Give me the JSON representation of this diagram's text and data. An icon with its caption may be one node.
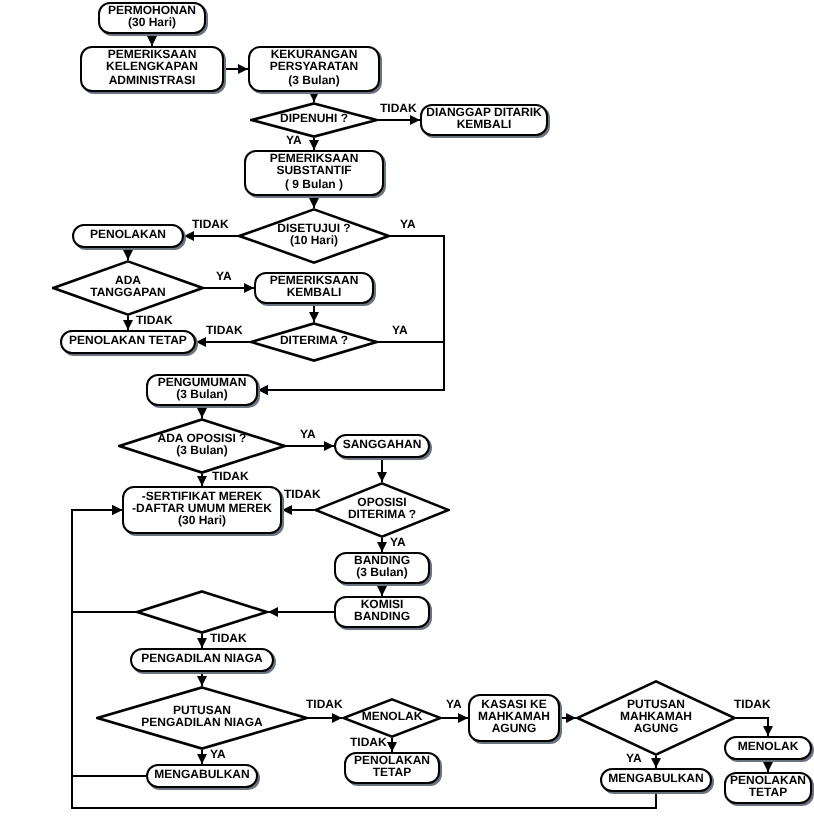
{
  "diagram": {
    "nodes": [
      {
        "text": [
          "PERMOHONAN",
          "(30 Hari)"
        ]
      },
      {
        "text": [
          "PEMERIKSAAN KELENGKAPAN ADMINISTRASI"
        ]
      },
      {
        "text": [
          "KEKURANGAN PERSYARATAN",
          "(3 Bulan)"
        ]
      },
      {
        "text": [
          "DIPENUHI ?"
        ]
      },
      {
        "text": [
          "DIANGGAP DITARIK KEMBALI"
        ]
      },
      {
        "text": [
          "PEMERIKSAAN SUBSTANTIF",
          "( 9 Bulan )"
        ]
      },
      {
        "text": [
          "DISETUJUI ?",
          "(10 Hari)"
        ]
      },
      {
        "text": [
          "PENOLAKAN"
        ]
      },
      {
        "text": [
          "ADA TANGGAPAN"
        ]
      },
      {
        "text": [
          "PEMERIKSAAN KEMBALI"
        ]
      },
      {
        "text": [
          "PENOLAKAN TETAP"
        ]
      },
      {
        "text": [
          "DITERIMA ?"
        ]
      },
      {
        "text": [
          "PENGUMUMAN",
          "(3 Bulan)"
        ]
      },
      {
        "text": [
          "ADA OPOSISI ?",
          "(3 Bulan)"
        ]
      },
      {
        "text": [
          "SANGGAHAN"
        ]
      },
      {
        "text": [
          "OPOSISI DITERIMA ?"
        ]
      },
      {
        "text": [
          "-SERTIFIKAT MEREK",
          "-DAFTAR UMUM MEREK",
          "(30 Hari)"
        ]
      },
      {
        "text": [
          "BANDING",
          "(3 Bulan)"
        ]
      },
      {
        "text": [
          "KOMISI BANDING"
        ]
      },
      {
        "text": [],
        "shape": "diamond"
      },
      {
        "text": [
          "PENGADILAN NIAGA"
        ]
      },
      {
        "text": [
          "PUTUSAN PENGADILAN NIAGA"
        ]
      },
      {
        "text": [
          "MENOLAK"
        ]
      },
      {
        "text": [
          "PENOLAKAN TETAP"
        ]
      },
      {
        "text": [
          "KASASI KE MAHKAMAH AGUNG"
        ]
      },
      {
        "text": [
          "PUTUSAN MAHKAMAH AGUNG"
        ]
      },
      {
        "text": [
          "MENGABULKAN"
        ]
      },
      {
        "text": [
          "MENGABULKAN"
        ]
      },
      {
        "text": [
          "MENOLAK"
        ]
      },
      {
        "text": [
          "PENOLAKAN TETAP"
        ]
      }
    ],
    "edges": [
      {
        "from": 0,
        "to": 1,
        "arrow": "to"
      },
      {
        "from": 1,
        "to": 2,
        "arrow": "to"
      },
      {
        "from": 2,
        "to": 3,
        "arrow": "to"
      },
      {
        "from": 3,
        "to": 4,
        "arrow": "to",
        "label": "TIDAK"
      },
      {
        "from": 3,
        "to": 5,
        "arrow": "to",
        "label": "YA"
      },
      {
        "from": 5,
        "to": 6,
        "arrow": "to"
      },
      {
        "from": 6,
        "to": 7,
        "arrow": "to",
        "label": "TIDAK"
      },
      {
        "from": 6,
        "to": 12,
        "arrow": "to",
        "label": "YA"
      },
      {
        "from": 7,
        "to": 8,
        "arrow": "to"
      },
      {
        "from": 8,
        "to": 9,
        "arrow": "to",
        "label": "YA"
      },
      {
        "from": 8,
        "to": 10,
        "arrow": "to",
        "label": "TIDAK"
      },
      {
        "from": 9,
        "to": 11,
        "arrow": "to"
      },
      {
        "from": 11,
        "to": 10,
        "arrow": "to",
        "label": "TIDAK"
      },
      {
        "from": 11,
        "to": 12,
        "arrow": "to",
        "label": "YA"
      },
      {
        "from": 12,
        "to": 13,
        "arrow": "to"
      },
      {
        "from": 13,
        "to": 14,
        "arrow": "to",
        "label": "YA"
      },
      {
        "from": 13,
        "to": 16,
        "arrow": "to",
        "label": "TIDAK"
      },
      {
        "from": 14,
        "to": 15,
        "arrow": "to"
      },
      {
        "from": 15,
        "to": 16,
        "arrow": "to",
        "label": "TIDAK"
      },
      {
        "from": 15,
        "to": 17,
        "arrow": "to",
        "label": "YA"
      },
      {
        "from": 17,
        "to": 18,
        "arrow": "to"
      },
      {
        "from": 18,
        "to": 19,
        "arrow": "to"
      },
      {
        "from": 19,
        "to": 16,
        "arrow": "to"
      },
      {
        "from": 19,
        "to": 20,
        "arrow": "to",
        "label": "TIDAK"
      },
      {
        "from": 20,
        "to": 21,
        "arrow": "to"
      },
      {
        "from": 21,
        "to": 22,
        "arrow": "to",
        "label": "TIDAK"
      },
      {
        "from": 21,
        "to": 26,
        "arrow": "to",
        "label": "YA"
      },
      {
        "from": 22,
        "to": 23,
        "arrow": "to",
        "label": "TIDAK"
      },
      {
        "from": 22,
        "to": 24,
        "arrow": "to",
        "label": "YA"
      },
      {
        "from": 24,
        "to": 25,
        "arrow": "to"
      },
      {
        "from": 25,
        "to": 27,
        "arrow": "to",
        "label": "YA"
      },
      {
        "from": 25,
        "to": 28,
        "arrow": "to",
        "label": "TIDAK"
      },
      {
        "from": 28,
        "to": 29,
        "arrow": "to"
      },
      {
        "from": 26,
        "to": 16,
        "arrow": "to"
      },
      {
        "from": 27,
        "to": 16,
        "arrow": "to"
      }
    ]
  }
}
